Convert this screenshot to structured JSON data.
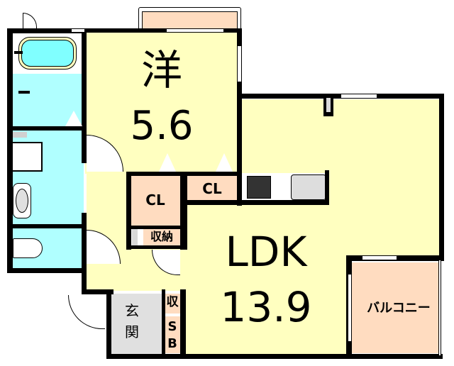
{
  "floor_plan": {
    "rooms": {
      "western_room": {
        "label": "洋",
        "size": "5.6",
        "color": "#ffffc0"
      },
      "ldk": {
        "label": "LDK",
        "size": "13.9",
        "color": "#ffffc0"
      },
      "closet_1": {
        "label": "CL",
        "color": "#ffdcc0"
      },
      "closet_2": {
        "label": "CL",
        "color": "#ffdcc0"
      },
      "storage": {
        "label": "収納",
        "color": "#ffdcc0"
      },
      "entrance": {
        "label_line1": "玄",
        "label_line2": "関",
        "color": "#e0e0e0"
      },
      "shoe_storage": {
        "label": "収",
        "color": "#ffdcc0"
      },
      "shoe_box": {
        "label_line1": "S",
        "label_line2": "B",
        "color": "#ffdcc0"
      },
      "balcony": {
        "label": "バルコニー",
        "color": "#ffdcc0"
      },
      "bathroom": {
        "color": "#b0ffff"
      },
      "washroom": {
        "color": "#b0ffff"
      },
      "toilet": {
        "color": "#b0ffff"
      }
    },
    "colors": {
      "wall": "#000000",
      "living": "#ffffc0",
      "storage": "#ffdcc0",
      "water": "#b0ffff",
      "entrance": "#e0e0e0",
      "bathtub": "#80ffff",
      "fixture": "#e0e0e0"
    }
  }
}
